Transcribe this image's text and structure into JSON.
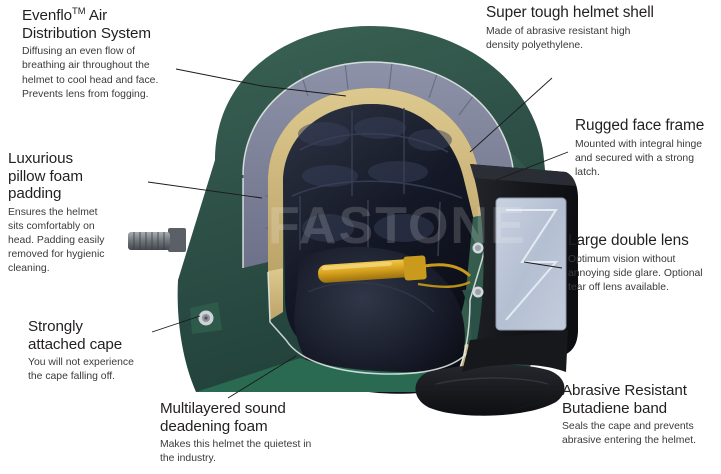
{
  "diagram": {
    "subject": "Cutaway abrasive blasting helmet",
    "watermark": "FASTONE",
    "palette": {
      "shell_green": "#2f5248",
      "shell_green_dark": "#21413a",
      "shell_green_light": "#3d6b5c",
      "foam_gray": "#7c8098",
      "foam_gray_light": "#9499ad",
      "band_tan": "#cdb77b",
      "pillow_navy": "#11141f",
      "pillow_navy_light": "#272c3d",
      "frame_black": "#16181c",
      "lens_blue": "#b9c4d6",
      "tube_gold": "#d8a420",
      "butadiene_black": "#121316",
      "leader_line": "#1a1a1a",
      "text": "#231f20",
      "text_body": "#3a3a3c",
      "background": "#ffffff"
    }
  },
  "callouts": [
    {
      "id": "evenflo",
      "title": "Evenflo™ Air\nDistribution System",
      "title_pre": "Evenflo",
      "title_tm": "TM",
      "title_post": " Air\nDistribution System",
      "body": "Diffusing an even flow of\nbreathing air throughout the\nhelmet to cool head and face.\nPrevents lens from fogging."
    },
    {
      "id": "shell",
      "title": "Super tough helmet shell",
      "body": "Made of abrasive resistant high\ndensity polyethylene."
    },
    {
      "id": "face_frame",
      "title": "Rugged face frame",
      "body": "Mounted with integral hinge\nand secured with a strong latch."
    },
    {
      "id": "lens",
      "title": "Large double lens",
      "body": "Optimum vision without\nannoying side glare. Optional\ntear off lens available."
    },
    {
      "id": "butadiene",
      "title": "Abrasive Resistant\nButadiene band",
      "body": "Seals the cape and prevents\nabrasive entering the helmet."
    },
    {
      "id": "pillow",
      "title": "Luxurious\npillow foam\npadding",
      "body": "Ensures the helmet\nsits comfortably on\nhead. Padding easily\nremoved for hygienic\ncleaning."
    },
    {
      "id": "cape",
      "title": "Strongly\nattached cape",
      "body": "You will not experience\nthe cape falling off."
    },
    {
      "id": "sound",
      "title": "Multilayered sound\ndeadening foam",
      "body": "Makes this helmet the quietest in\nthe industry."
    }
  ]
}
